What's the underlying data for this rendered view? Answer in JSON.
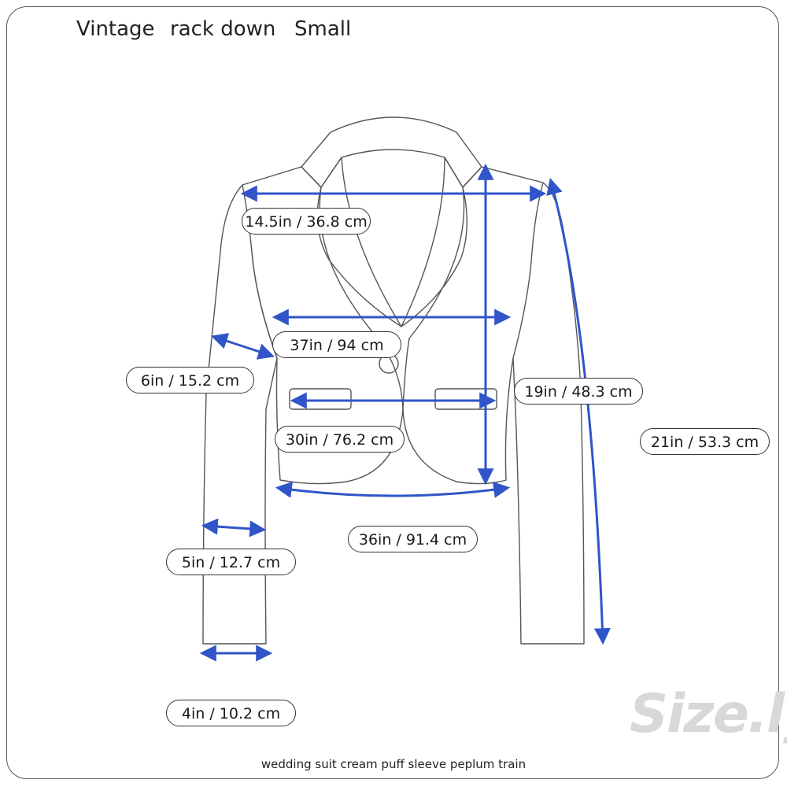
{
  "header": {
    "brand": "Vintage",
    "style": "rack down",
    "size": "Small"
  },
  "measurements": {
    "shoulders": "14.5in / 36.8 cm",
    "chest": "37in / 94 cm",
    "bicep": "6in / 15.2 cm",
    "waist": "30in / 76.2 cm",
    "back_length": "19in / 48.3 cm",
    "sleeve_length": "21in / 53.3 cm",
    "hem": "36in / 91.4 cm",
    "forearm": "5in / 12.7 cm",
    "cuff": "4in / 10.2 cm"
  },
  "caption": "wedding suit cream puff sleeve peplum train",
  "logo": "Size.ly",
  "colors": {
    "arrow": "#2f55c9",
    "outline": "#555555"
  }
}
